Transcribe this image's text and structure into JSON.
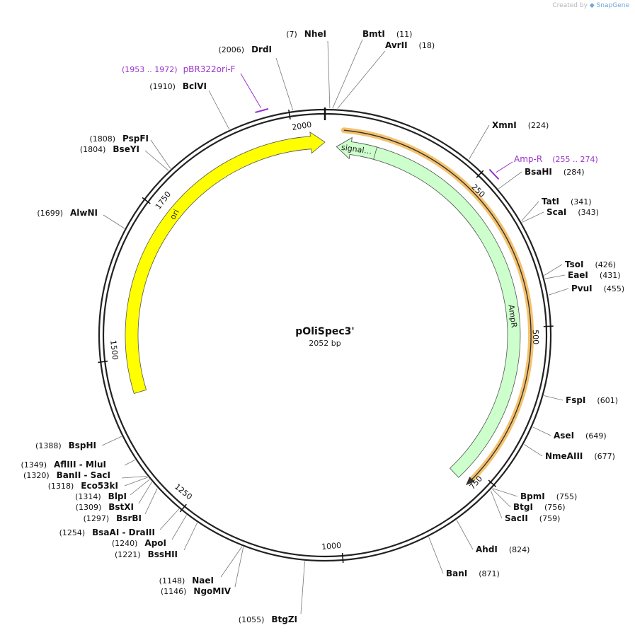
{
  "credit": {
    "prefix": "Created by",
    "brand": "SnapGene"
  },
  "plasmid": {
    "name": "pOliSpec3'",
    "length_label": "2052 bp",
    "length": 2052
  },
  "colors": {
    "ori": "#ffff00",
    "ampr": "#ccffcc",
    "signal": "#ccffcc",
    "primer": "#9933cc",
    "highlight": "#f5c16c",
    "label": "#111111",
    "line": "#777777"
  },
  "ticks": [
    {
      "pos": 250,
      "label": "250"
    },
    {
      "pos": 500,
      "label": "500"
    },
    {
      "pos": 750,
      "label": "750"
    },
    {
      "pos": 1000,
      "label": "1000"
    },
    {
      "pos": 1250,
      "label": "1250"
    },
    {
      "pos": 1500,
      "label": "1500"
    },
    {
      "pos": 1750,
      "label": "1750"
    },
    {
      "pos": 2000,
      "label": "2000"
    }
  ],
  "features": [
    {
      "name": "ori",
      "start": 1442,
      "end": 2052,
      "direction": "forward",
      "color": "#ffff00"
    },
    {
      "name": "AmpR",
      "start": 20,
      "end": 780,
      "direction": "reverse",
      "color": "#ccffcc"
    },
    {
      "name": "signal…",
      "start": 20,
      "end": 88,
      "direction": "reverse",
      "color": "#ccffcc"
    }
  ],
  "primers": [
    {
      "name": "pBR322ori-F",
      "range": "(1953 .. 1972)",
      "start": 1953,
      "end": 1972
    },
    {
      "name": "Amp-R",
      "range": "(255 .. 274)",
      "start": 255,
      "end": 274
    }
  ],
  "sites": [
    {
      "name": "NheI",
      "pos": "(7)",
      "at": 7
    },
    {
      "name": "BmtI",
      "pos": "(11)",
      "at": 11
    },
    {
      "name": "AvrII",
      "pos": "(18)",
      "at": 18
    },
    {
      "name": "XmnI",
      "pos": "(224)",
      "at": 224
    },
    {
      "name": "BsaHI",
      "pos": "(284)",
      "at": 284
    },
    {
      "name": "TatI",
      "pos": "(341)",
      "at": 341
    },
    {
      "name": "ScaI",
      "pos": "(343)",
      "at": 343
    },
    {
      "name": "TsoI",
      "pos": "(426)",
      "at": 426
    },
    {
      "name": "EaeI",
      "pos": "(431)",
      "at": 431
    },
    {
      "name": "PvuI",
      "pos": "(455)",
      "at": 455
    },
    {
      "name": "FspI",
      "pos": "(601)",
      "at": 601
    },
    {
      "name": "AseI",
      "pos": "(649)",
      "at": 649
    },
    {
      "name": "NmeAIII",
      "pos": "(677)",
      "at": 677
    },
    {
      "name": "BpmI",
      "pos": "(755)",
      "at": 755
    },
    {
      "name": "BtgI",
      "pos": "(756)",
      "at": 756
    },
    {
      "name": "SacII",
      "pos": "(759)",
      "at": 759
    },
    {
      "name": "AhdI",
      "pos": "(824)",
      "at": 824
    },
    {
      "name": "BanI",
      "pos": "(871)",
      "at": 871
    },
    {
      "name": "BtgZI",
      "pos": "(1055)",
      "at": 1055
    },
    {
      "name": "NaeI",
      "pos": "(1148)",
      "at": 1148
    },
    {
      "name": "NgoMIV",
      "pos": "(1146)",
      "at": 1146
    },
    {
      "name": "BssHII",
      "pos": "(1221)",
      "at": 1221
    },
    {
      "name": "ApoI",
      "pos": "(1240)",
      "at": 1240
    },
    {
      "name": "BsaAI - DraIII",
      "pos": "(1254)",
      "at": 1254
    },
    {
      "name": "BsrBI",
      "pos": "(1297)",
      "at": 1297
    },
    {
      "name": "BstXI",
      "pos": "(1309)",
      "at": 1309
    },
    {
      "name": "BlpI",
      "pos": "(1314)",
      "at": 1314
    },
    {
      "name": "Eco53kI",
      "pos": "(1318)",
      "at": 1318
    },
    {
      "name": "BanII - SacI",
      "pos": "(1320)",
      "at": 1320
    },
    {
      "name": "AflIII - MluI",
      "pos": "(1349)",
      "at": 1349
    },
    {
      "name": "BspHI",
      "pos": "(1388)",
      "at": 1388
    },
    {
      "name": "AlwNI",
      "pos": "(1699)",
      "at": 1699
    },
    {
      "name": "BseYI",
      "pos": "(1804)",
      "at": 1804
    },
    {
      "name": "PspFI",
      "pos": "(1808)",
      "at": 1808
    },
    {
      "name": "BclVI",
      "pos": "(1910)",
      "at": 1910
    },
    {
      "name": "DrdI",
      "pos": "(2006)",
      "at": 2006
    }
  ]
}
